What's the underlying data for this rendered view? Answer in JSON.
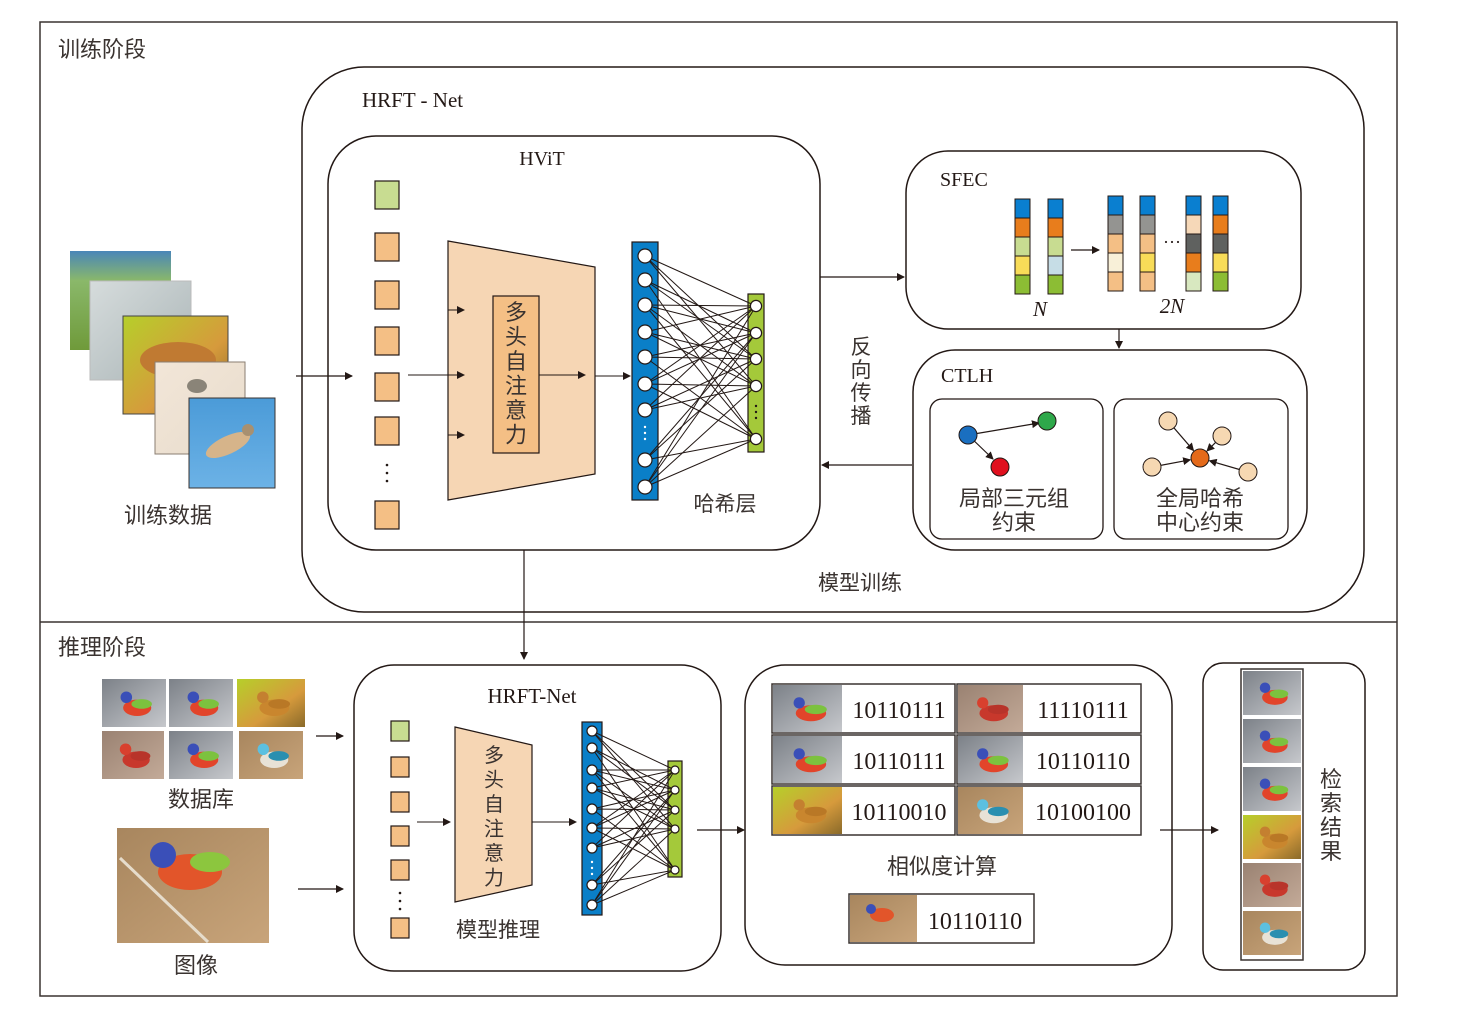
{
  "training": {
    "title": "训练阶段",
    "data_label": "训练数据",
    "hrft_title": "HRFT - Net",
    "hvit_title": "HViT",
    "attention_label": [
      "多",
      "头",
      "自",
      "注",
      "意",
      "力"
    ],
    "hash_layer_label": "哈希层",
    "backprop_label": [
      "反",
      "向",
      "传",
      "播"
    ],
    "model_training_label": "模型训练",
    "sfec": {
      "title": "SFEC",
      "n_label": "N",
      "two_n_label": "2N",
      "ellipsis": "···"
    },
    "ctlh": {
      "title": "CTLH",
      "local_label": [
        "局部三元组",
        "约束"
      ],
      "global_label": [
        "全局哈希",
        "中心约束"
      ]
    }
  },
  "inference": {
    "title": "推理阶段",
    "database_label": "数据库",
    "image_label": "图像",
    "hrft_title": "HRFT-Net",
    "attention_label": [
      "多",
      "头",
      "自",
      "注",
      "意",
      "力"
    ],
    "model_inference_label": "模型推理",
    "similarity_label": "相似度计算",
    "codes": [
      {
        "bird": "painted-bunting",
        "code": "10110111"
      },
      {
        "bird": "cardinal",
        "code": "11110111"
      },
      {
        "bird": "painted-bunting",
        "code": "10110111"
      },
      {
        "bird": "painted-bunting",
        "code": "10110110"
      },
      {
        "bird": "yellow-finch",
        "code": "10110010"
      },
      {
        "bird": "lazuli-bunting",
        "code": "10100100"
      }
    ],
    "query_code": "10110110",
    "results_label": [
      "检",
      "索",
      "结",
      "果"
    ]
  },
  "colors": {
    "token_orange": "#f4bf85",
    "token_green": "#c8dc91",
    "trapezoid": "#f6d6b4",
    "hash_blue": "#0a7fc8",
    "hash_green": "#a4c93a",
    "node_blue": "#1a6fc0",
    "node_green": "#2ea84a",
    "node_red": "#e0101e",
    "node_center": "#e46a1a",
    "node_peach": "#f6d8b2"
  }
}
